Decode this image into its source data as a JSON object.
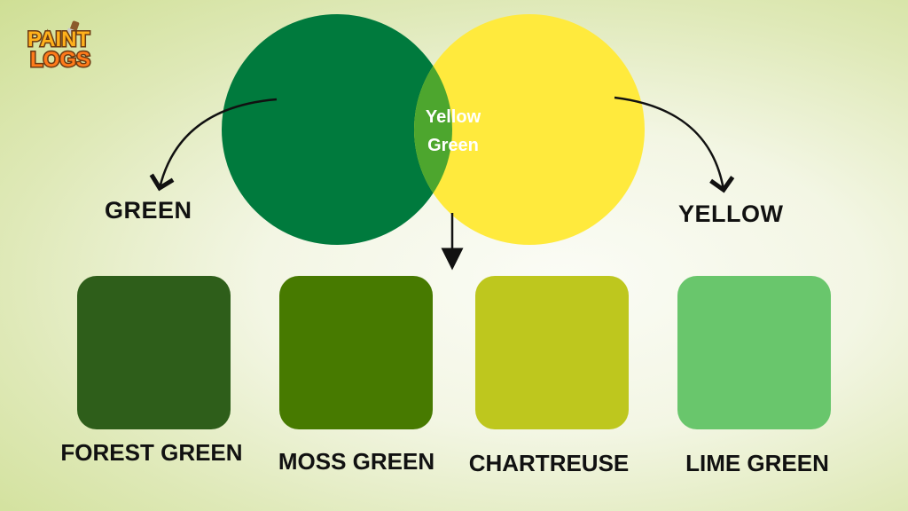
{
  "logo": {
    "line1": "PAINT",
    "line2": "LOGS"
  },
  "venn": {
    "left_label": "GREEN",
    "right_label": "YELLOW",
    "center_label_line1": "Yellow",
    "center_label_line2": "Green",
    "colors": {
      "green": "#007a3d",
      "yellow": "#ffea3d",
      "overlap": "#4da62e"
    }
  },
  "swatches": [
    {
      "label": "FOREST GREEN",
      "color": "#2e5e1a"
    },
    {
      "label": "MOSS GREEN",
      "color": "#477a00"
    },
    {
      "label": "CHARTREUSE",
      "color": "#bec71e"
    },
    {
      "label": "LIME GREEN",
      "color": "#69c66c"
    }
  ]
}
